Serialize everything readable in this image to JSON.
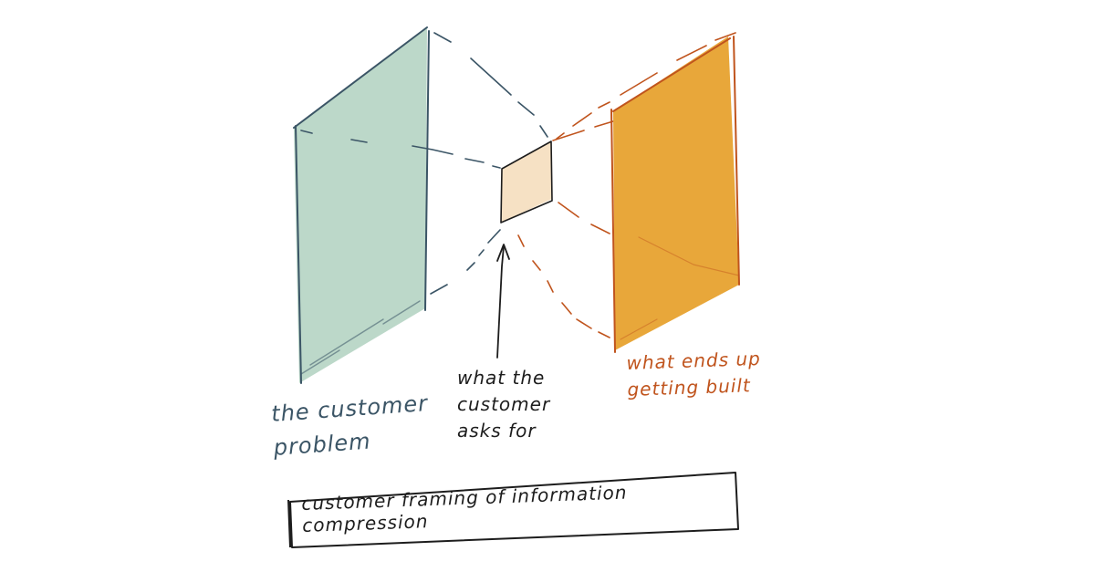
{
  "labels": {
    "customer_problem": "the customer\nproblem",
    "customer_asks": "what the\ncustomer\nasks for",
    "ends_up_built": "what ends up\ngetting built"
  },
  "caption": "customer framing of information compression",
  "colors": {
    "problem_fill": "#bcd8c9",
    "problem_stroke": "#3b5566",
    "ask_fill": "#f6e1c4",
    "ask_stroke": "#1d1d1d",
    "built_fill": "#e8a73a",
    "built_stroke": "#c0541d",
    "ink": "#1d1d1d"
  }
}
